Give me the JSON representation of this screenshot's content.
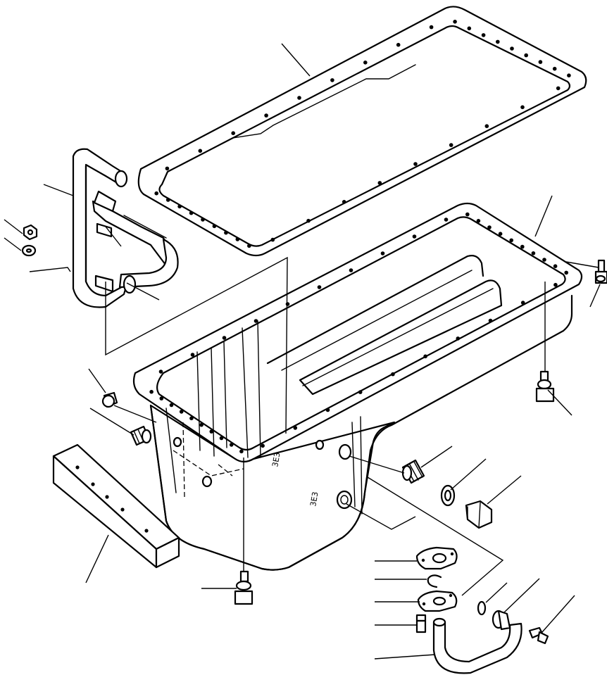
{
  "diagram": {
    "callouts": [
      {
        "id": "gasket",
        "label": ""
      },
      {
        "id": "oil-pan",
        "label": ""
      },
      {
        "id": "suction-tube",
        "label": ""
      },
      {
        "id": "nut",
        "label": ""
      },
      {
        "id": "washer",
        "label": ""
      },
      {
        "id": "clamp",
        "label": ""
      },
      {
        "id": "hose",
        "label": ""
      },
      {
        "id": "stud-right",
        "label": ""
      },
      {
        "id": "bolt-right",
        "label": ""
      },
      {
        "id": "plug-left",
        "label": ""
      },
      {
        "id": "plug-side",
        "label": ""
      },
      {
        "id": "elbow",
        "label": ""
      },
      {
        "id": "drain-gasket",
        "label": ""
      },
      {
        "id": "drain-plug",
        "label": ""
      },
      {
        "id": "side-cover",
        "label": ""
      },
      {
        "id": "bolt-bottom",
        "label": ""
      },
      {
        "id": "flange-gasket-upper",
        "label": ""
      },
      {
        "id": "snap-ring",
        "label": ""
      },
      {
        "id": "flange-gasket-lower",
        "label": ""
      },
      {
        "id": "flange-bolt",
        "label": ""
      },
      {
        "id": "tube-elbow",
        "label": ""
      },
      {
        "id": "o-ring",
        "label": ""
      },
      {
        "id": "hose-clamp",
        "label": ""
      },
      {
        "id": "clamp-bolt",
        "label": ""
      }
    ],
    "stamps": [
      "3E3",
      "3E3"
    ]
  }
}
